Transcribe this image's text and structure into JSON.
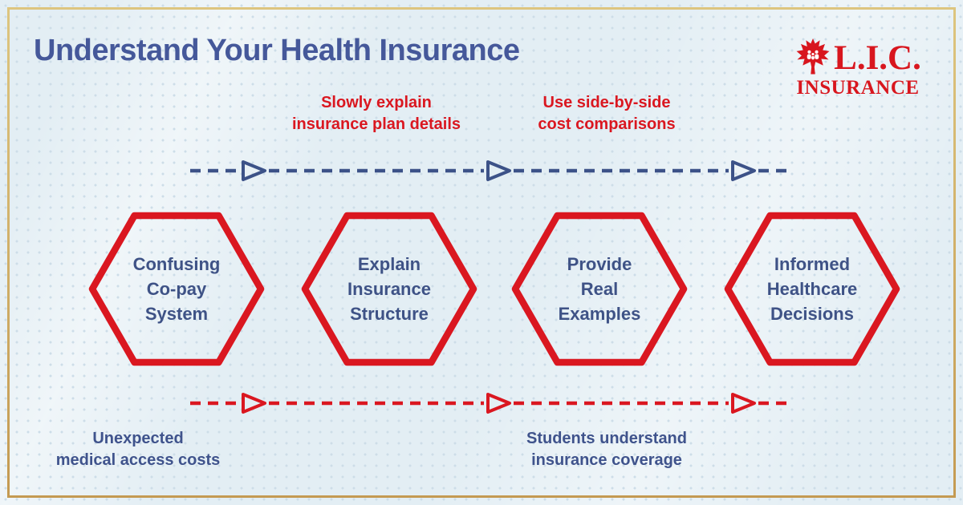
{
  "header": {
    "title": "Understand Your Health Insurance"
  },
  "logo": {
    "name": "L.I.C.",
    "subtitle": "INSURANCE",
    "icon": "maple-leaf",
    "color": "#d8161e"
  },
  "flow": {
    "top_annotations": [
      {
        "text": "Slowly explain\ninsurance plan details"
      },
      {
        "text": "Use side-by-side\ncost comparisons"
      }
    ],
    "steps": [
      {
        "label": "Confusing\nCo-pay\nSystem"
      },
      {
        "label": "Explain\nInsurance\nStructure"
      },
      {
        "label": "Provide\nReal\nExamples"
      },
      {
        "label": "Informed\nHealthcare\nDecisions"
      }
    ],
    "bottom_annotations": [
      {
        "text": "Unexpected\nmedical access costs"
      },
      {
        "text": "Students understand\ninsurance coverage"
      }
    ]
  },
  "colors": {
    "background": "#e3eef4",
    "dot_texture": "#cdddе8",
    "frame_gold": "#c9a45e",
    "title_blue": "#45589a",
    "step_text_blue": "#3e5286",
    "annotation_blue": "#3f538c",
    "accent_red": "#da1720",
    "arrow_blue": "#3c5288"
  }
}
